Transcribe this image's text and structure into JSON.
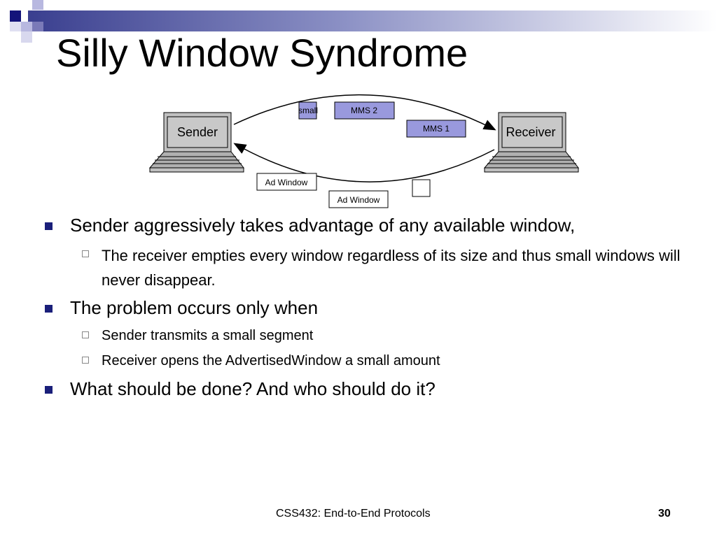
{
  "slide": {
    "title": "Silly Window Syndrome",
    "footer": "CSS432: End-to-End Protocols",
    "page_number": "30"
  },
  "diagram": {
    "sender_label": "Sender",
    "receiver_label": "Receiver",
    "small_label": "small",
    "mms2_label": "MMS 2",
    "mms1_label": "MMS 1",
    "ad_window_1": "Ad Window",
    "ad_window_2": "Ad Window",
    "colors": {
      "segment_fill": "#9999dd",
      "computer_gray": "#c0c0c0"
    }
  },
  "bullets": [
    {
      "text": "Sender aggressively takes advantage of any available window,",
      "sub": [
        "The receiver empties every window regardless of its size and thus small windows will never disappear."
      ]
    },
    {
      "text": "The problem occurs only when",
      "sub": [
        "Sender transmits a small segment",
        "Receiver opens the AdvertisedWindow a small amount"
      ]
    },
    {
      "text": "What should be done? And who should do it?",
      "sub": []
    }
  ]
}
